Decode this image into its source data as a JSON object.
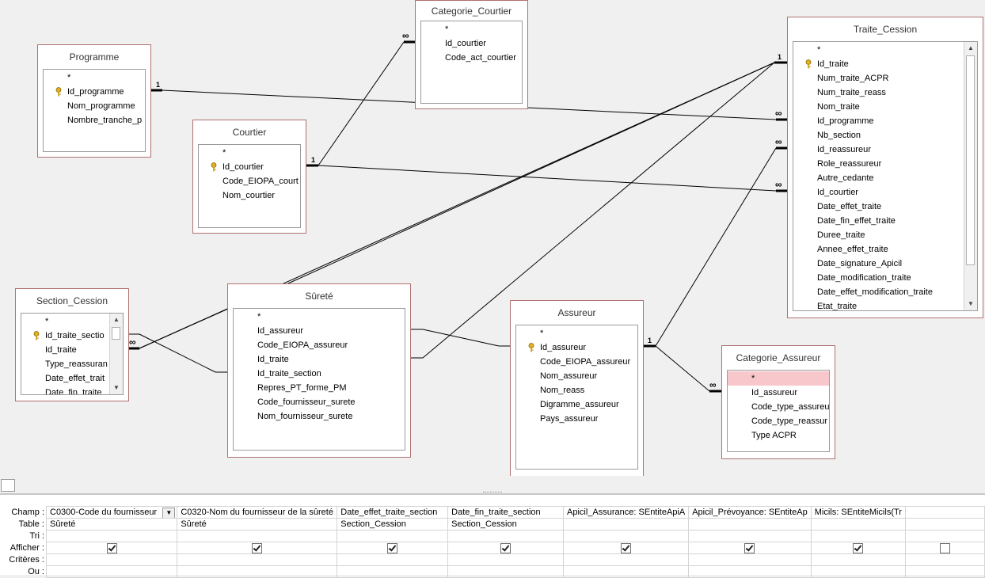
{
  "tables": {
    "programme": {
      "title": "Programme",
      "fields": [
        "*",
        "Id_programme",
        "Nom_programme",
        "Nombre_tranche_p"
      ],
      "key_index": 1
    },
    "categorie_courtier": {
      "title": "Categorie_Courtier",
      "fields": [
        "*",
        "Id_courtier",
        "Code_act_courtier"
      ]
    },
    "courtier": {
      "title": "Courtier",
      "fields": [
        "*",
        "Id_courtier",
        "Code_EIOPA_court",
        "Nom_courtier"
      ],
      "key_index": 1
    },
    "traite_cession": {
      "title": "Traite_Cession",
      "fields": [
        "*",
        "Id_traite",
        "Num_traite_ACPR",
        "Num_traite_reass",
        "Nom_traite",
        "Id_programme",
        "Nb_section",
        "Id_reassureur",
        "Role_reassureur",
        "Autre_cedante",
        "Id_courtier",
        "Date_effet_traite",
        "Date_fin_effet_traite",
        "Duree_traite",
        "Annee_effet_traite",
        "Date_signature_Apicil",
        "Date_modification_traite",
        "Date_effet_modification_traite",
        "Etat_traite"
      ],
      "key_index": 1
    },
    "section_cession": {
      "title": "Section_Cession",
      "fields": [
        "*",
        "Id_traite_sectio",
        "Id_traite",
        "Type_reassuran",
        "Date_effet_trait",
        "Date_fin_traite_"
      ],
      "key_index": 1
    },
    "surete": {
      "title": "Sûreté",
      "fields": [
        "*",
        "Id_assureur",
        "Code_EIOPA_assureur",
        "Id_traite",
        "Id_traite_section",
        "Repres_PT_forme_PM",
        "Code_fournisseur_surete",
        "Nom_fournisseur_surete"
      ]
    },
    "assureur": {
      "title": "Assureur",
      "fields": [
        "*",
        "Id_assureur",
        "Code_EIOPA_assureur",
        "Nom_assureur",
        "Nom_reass",
        "Digramme_assureur",
        "Pays_assureur"
      ],
      "key_index": 1
    },
    "categorie_assureur": {
      "title": "Categorie_Assureur",
      "fields": [
        "*",
        "Id_assureur",
        "Code_type_assureu",
        "Code_type_reassur",
        "Type ACPR"
      ]
    }
  },
  "relations": {
    "one": "1",
    "many": "∞"
  },
  "grid": {
    "row_labels": [
      "Champ :",
      "Table :",
      "Tri :",
      "Afficher :",
      "Critères :",
      "Ou :"
    ],
    "columns": [
      {
        "champ": "C0300-Code du fournisseur",
        "table": "Sûreté",
        "afficher": true
      },
      {
        "champ": "C0320-Nom du fournisseur de la sûreté",
        "table": "Sûreté",
        "afficher": true
      },
      {
        "champ": "Date_effet_traite_section",
        "table": "Section_Cession",
        "afficher": true
      },
      {
        "champ": "Date_fin_traite_section",
        "table": "Section_Cession",
        "afficher": true
      },
      {
        "champ": "Apicil_Assurance: SEntiteApiA",
        "table": "",
        "afficher": true
      },
      {
        "champ": "Apicil_Prévoyance: SEntiteAp",
        "table": "",
        "afficher": true
      },
      {
        "champ": "Micils: SEntiteMicils(Tr",
        "table": "",
        "afficher": true
      },
      {
        "champ": "",
        "table": "",
        "afficher": false
      }
    ]
  }
}
